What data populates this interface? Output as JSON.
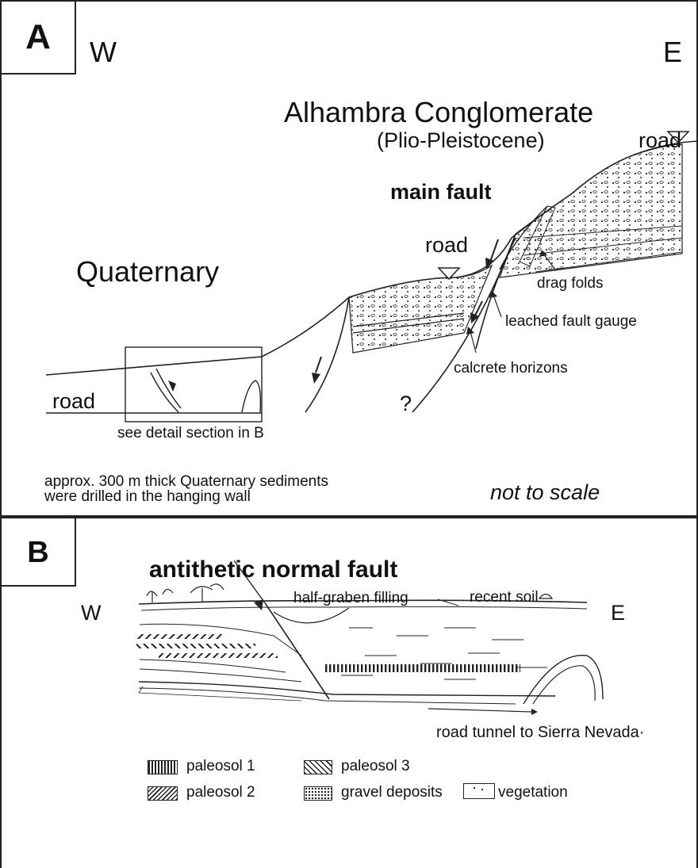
{
  "panel_a": {
    "letter": "A",
    "west": "W",
    "east": "E",
    "title": "Alhambra Conglomerate",
    "subtitle": "(Plio-Pleistocene)",
    "main_fault": "main fault",
    "quaternary": "Quaternary",
    "road_top_right": "road",
    "road_mid": "road",
    "road_left": "road",
    "drag_folds": "drag folds",
    "leached_fault_gauge": "leached fault gauge",
    "calcrete_horizons": "calcrete horizons",
    "question_mark": "?",
    "see_detail": "see detail section in B",
    "note_line1": "approx. 300 m thick Quaternary sediments",
    "note_line2": "were drilled in the hanging wall",
    "not_to_scale": "not to scale"
  },
  "panel_b": {
    "letter": "B",
    "title": "antithetic normal fault",
    "west": "W",
    "east": "E",
    "half_graben": "half-graben filling",
    "recent_soil": "recent soil",
    "road_tunnel": "road tunnel to Sierra Nevada·"
  },
  "legend": {
    "paleosol1": "paleosol 1",
    "paleosol2": "paleosol 2",
    "paleosol3": "paleosol 3",
    "gravel": "gravel deposits",
    "vegetation": "vegetation"
  }
}
